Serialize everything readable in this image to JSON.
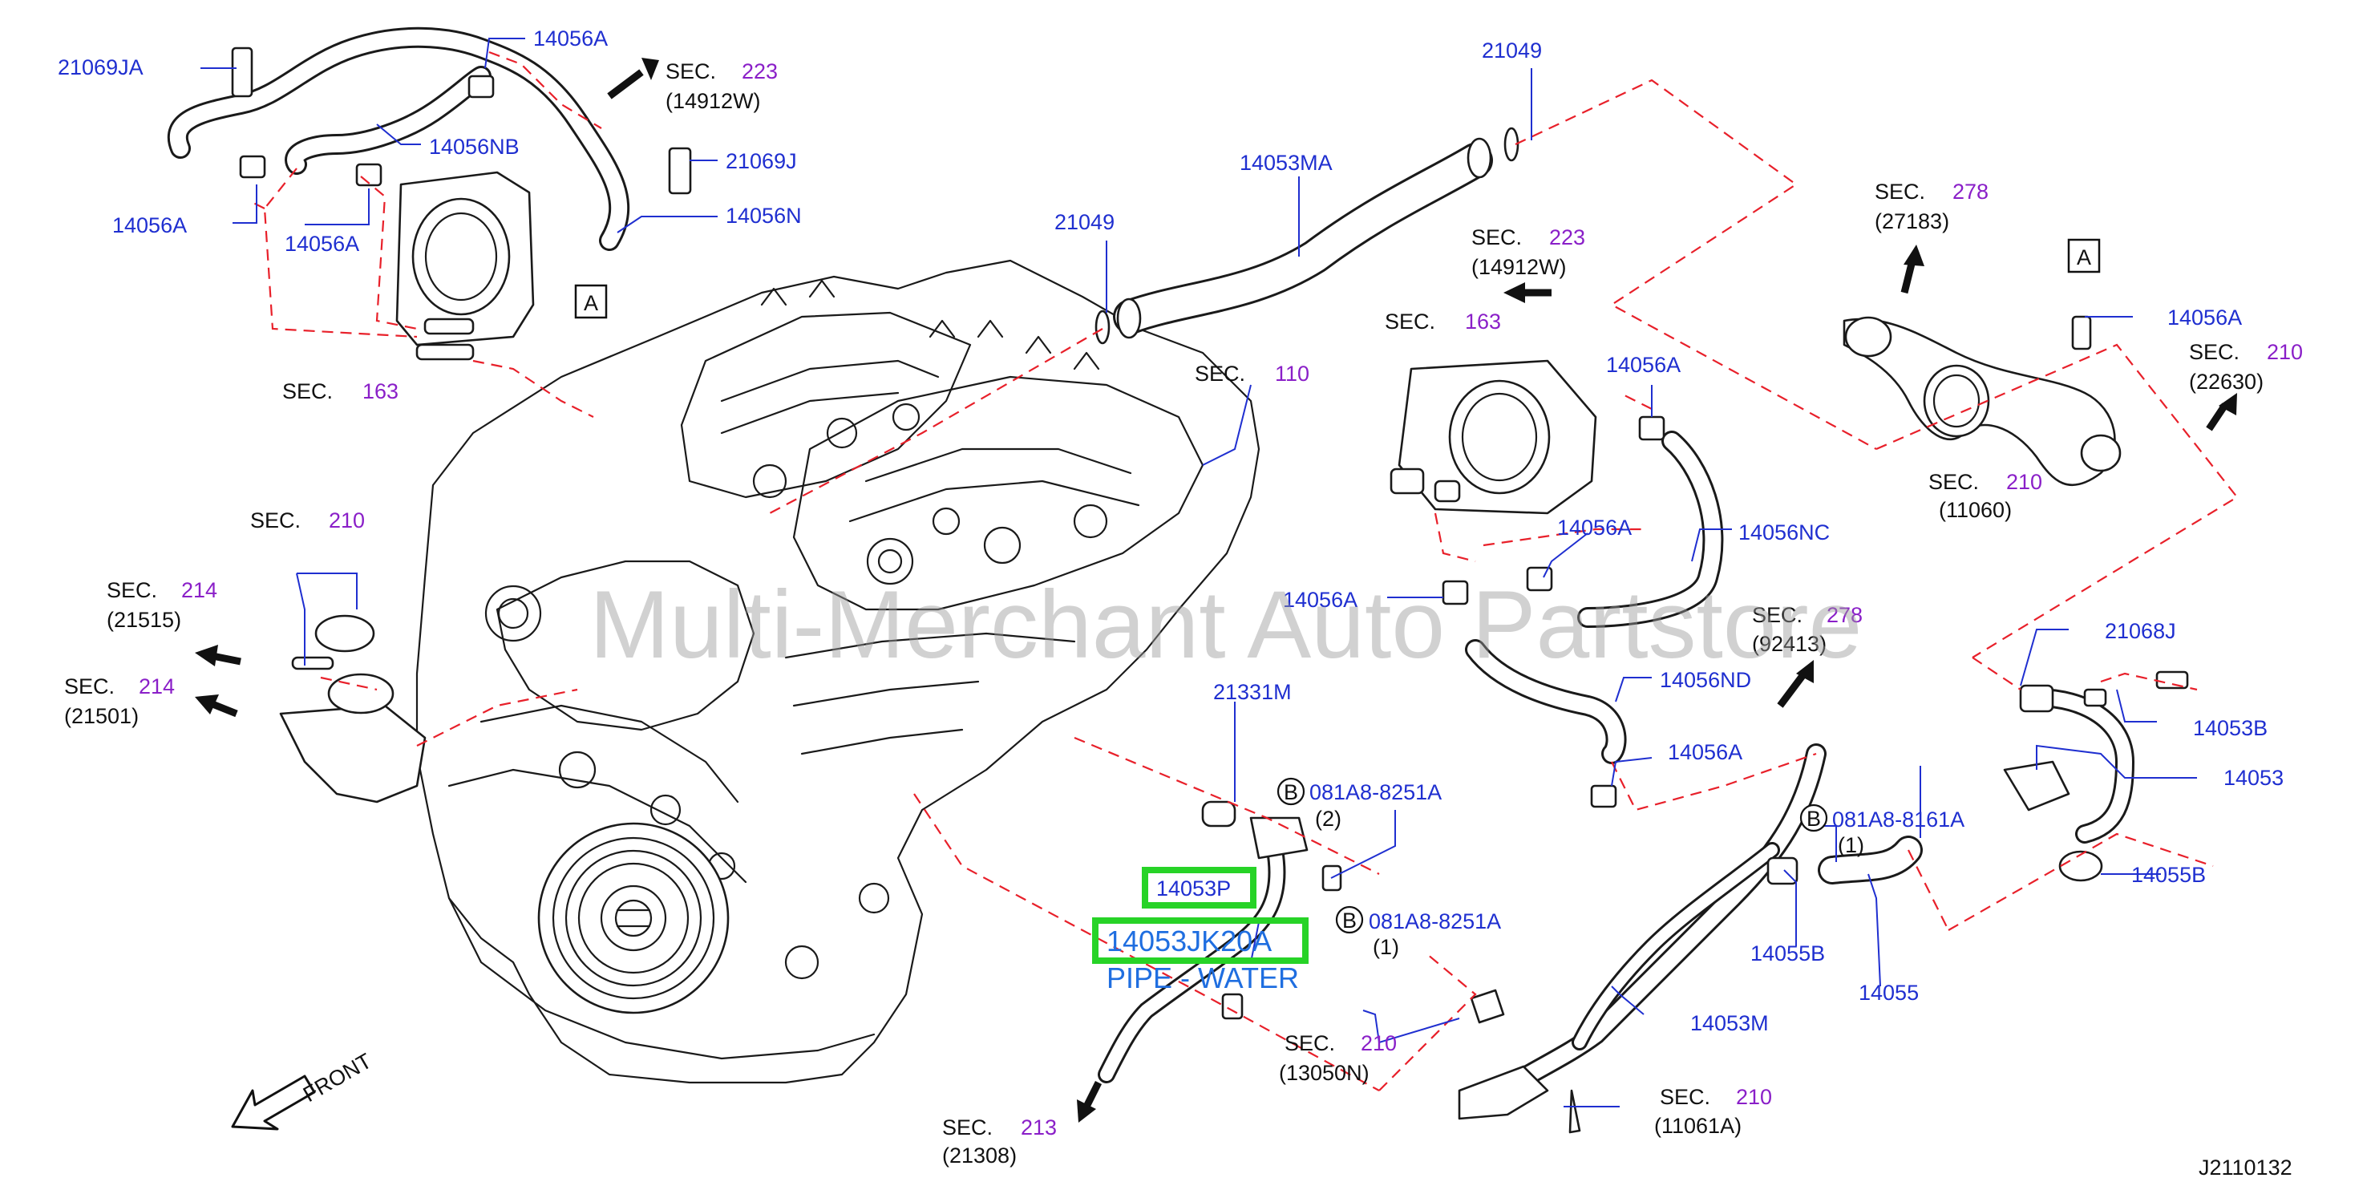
{
  "diagram_code": "J2110132",
  "watermark": "Multi-Merchant Auto Partstore",
  "front_label": "FRONT",
  "highlight": {
    "part_number": "14053JK20A",
    "part_name": "PIPE - WATER",
    "color": "#27d327"
  },
  "parts": {
    "p21069JA": "21069JA",
    "p14056A_top": "14056A",
    "p14056NB": "14056NB",
    "p21069J": "21069J",
    "p14056N": "14056N",
    "p14056A_l1": "14056A",
    "p14056A_l2": "14056A",
    "p21049_a": "21049",
    "p21049_b": "21049",
    "p14053MA": "14053MA",
    "p14056A_m1": "14056A",
    "p14056NC": "14056NC",
    "p14056A_m2": "14056A",
    "p14056A_m3": "14056A",
    "p14056ND": "14056ND",
    "p14056A_m4": "14056A",
    "p14056A_r": "14056A",
    "p21068J": "21068J",
    "p14053B": "14053B",
    "p14053": "14053",
    "p14055B_r": "14055B",
    "p14055B": "14055B",
    "p14055": "14055",
    "p14053M": "14053M",
    "p21331M": "21331M",
    "p14053P": "14053P",
    "bolt1": "081A8-8251A",
    "bolt1_qty": "(2)",
    "bolt2": "081A8-8251A",
    "bolt2_qty": "(1)",
    "bolt3": "081A8-8161A",
    "bolt3_qty": "(1)",
    "bolt_marker": "B",
    "ref_marker": "A"
  },
  "sections": [
    {
      "sec": "SEC.",
      "num": "223",
      "ref": "(14912W)"
    },
    {
      "sec": "SEC.",
      "num": "163",
      "ref": ""
    },
    {
      "sec": "SEC.",
      "num": "223",
      "ref": "(14912W)"
    },
    {
      "sec": "SEC.",
      "num": "163",
      "ref": ""
    },
    {
      "sec": "SEC.",
      "num": "110",
      "ref": ""
    },
    {
      "sec": "SEC.",
      "num": "278",
      "ref": "(27183)"
    },
    {
      "sec": "SEC.",
      "num": "210",
      "ref": "(22630)"
    },
    {
      "sec": "SEC.",
      "num": "210",
      "ref": "(11060)"
    },
    {
      "sec": "SEC.",
      "num": "210",
      "ref": ""
    },
    {
      "sec": "SEC.",
      "num": "214",
      "ref": "(21515)"
    },
    {
      "sec": "SEC.",
      "num": "214",
      "ref": "(21501)"
    },
    {
      "sec": "SEC.",
      "num": "278",
      "ref": "(92413)"
    },
    {
      "sec": "SEC.",
      "num": "210",
      "ref": "(13050N)"
    },
    {
      "sec": "SEC.",
      "num": "213",
      "ref": "(21308)"
    },
    {
      "sec": "SEC.",
      "num": "210",
      "ref": "(11061A)"
    }
  ]
}
